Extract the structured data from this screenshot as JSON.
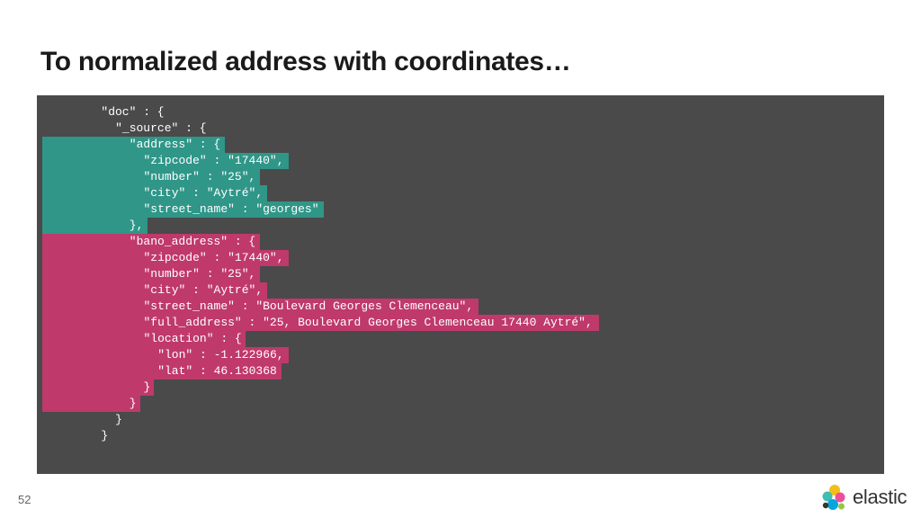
{
  "slide": {
    "title": "To normalized address with coordinates…",
    "page_number": "52"
  },
  "code_lines": [
    {
      "text": "\"doc\" : {",
      "indent": 4,
      "hl": "none"
    },
    {
      "text": "\"_source\" : {",
      "indent": 6,
      "hl": "none"
    },
    {
      "text": "\"address\" : {",
      "indent": 8,
      "hl": "teal"
    },
    {
      "text": "\"zipcode\" : \"17440\",",
      "indent": 10,
      "hl": "teal"
    },
    {
      "text": "\"number\" : \"25\",",
      "indent": 10,
      "hl": "teal"
    },
    {
      "text": "\"city\" : \"Aytré\",",
      "indent": 10,
      "hl": "teal"
    },
    {
      "text": "\"street_name\" : \"georges\"",
      "indent": 10,
      "hl": "teal"
    },
    {
      "text": "},",
      "indent": 8,
      "hl": "teal"
    },
    {
      "text": "\"bano_address\" : {",
      "indent": 8,
      "hl": "pink"
    },
    {
      "text": "\"zipcode\" : \"17440\",",
      "indent": 10,
      "hl": "pink"
    },
    {
      "text": "\"number\" : \"25\",",
      "indent": 10,
      "hl": "pink"
    },
    {
      "text": "\"city\" : \"Aytré\",",
      "indent": 10,
      "hl": "pink"
    },
    {
      "text": "\"street_name\" : \"Boulevard Georges Clemenceau\",",
      "indent": 10,
      "hl": "pink"
    },
    {
      "text": "\"full_address\" : \"25, Boulevard Georges Clemenceau 17440 Aytré\",",
      "indent": 10,
      "hl": "pink"
    },
    {
      "text": "\"location\" : {",
      "indent": 10,
      "hl": "pink"
    },
    {
      "text": "\"lon\" : -1.122966,",
      "indent": 12,
      "hl": "pink"
    },
    {
      "text": "\"lat\" : 46.130368",
      "indent": 12,
      "hl": "pink"
    },
    {
      "text": "}",
      "indent": 10,
      "hl": "pink"
    },
    {
      "text": "}",
      "indent": 8,
      "hl": "pink"
    },
    {
      "text": "}",
      "indent": 6,
      "hl": "none"
    },
    {
      "text": "}",
      "indent": 4,
      "hl": "none"
    }
  ],
  "logo": {
    "text": "elastic",
    "icon": "elastic-logo-icon"
  },
  "colors": {
    "panel": "#4a4a4a",
    "teal": "#2f9688",
    "pink": "#c0396b"
  }
}
